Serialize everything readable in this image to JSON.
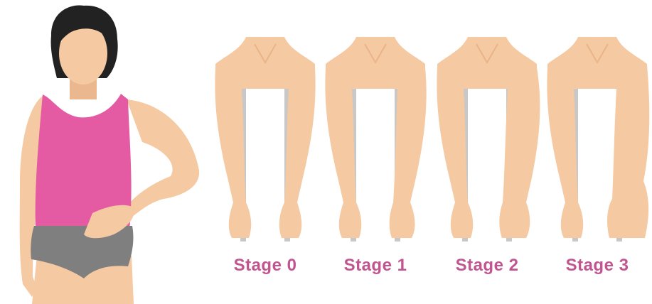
{
  "figure": {
    "subject": "lymphedema-stages",
    "colors": {
      "skin": "#f5c9a1",
      "skin_shadow": "#e9b488",
      "top": "#e45aa3",
      "underwear": "#7f7f7f",
      "hair": "#222222",
      "label": "#c2548f",
      "shadow": "#c8c8c8"
    },
    "woman": {
      "icon": "woman-figure-icon"
    },
    "stages": [
      {
        "label": "Stage 0",
        "swelling": 0
      },
      {
        "label": "Stage 1",
        "swelling": 1
      },
      {
        "label": "Stage 2",
        "swelling": 2
      },
      {
        "label": "Stage 3",
        "swelling": 3
      }
    ]
  }
}
